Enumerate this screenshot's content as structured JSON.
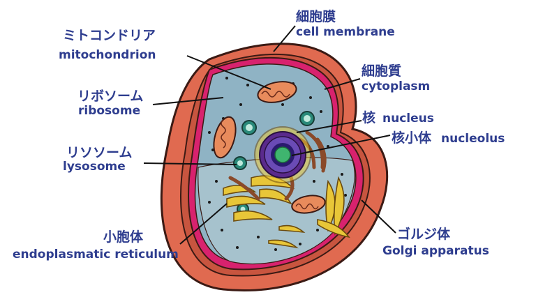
{
  "labels": {
    "cell_membrane": {
      "jp": "細胞膜",
      "en": "cell membrane"
    },
    "mitochondrion": {
      "jp": "ミトコンドリア",
      "en": "mitochondrion"
    },
    "cytoplasm": {
      "jp": "細胞質",
      "en": "cytoplasm"
    },
    "ribosome": {
      "jp": "リボソーム",
      "en": "ribosome"
    },
    "nucleus": {
      "jp": "核",
      "en": "nucleus"
    },
    "nucleolus": {
      "jp": "核小体",
      "en": "nucleolus"
    },
    "lysosome": {
      "jp": "リソソーム",
      "en": "lysosome"
    },
    "er": {
      "jp": "小胞体",
      "en": "endoplasmatic reticulum"
    },
    "golgi": {
      "jp": "ゴルジ体",
      "en": "Golgi apparatus"
    }
  },
  "colors": {
    "label_text": "#2e3d8f",
    "outer_body": "#e06a50",
    "membrane": "#d8226e",
    "cytoplasm": "#8fb3c4",
    "nucleus_outer": "#5a2a8c",
    "nucleolus": "#3fb56f",
    "golgi": "#e8c638",
    "mitochondria": "#e88b5c",
    "lysosome": "#2a8a7a"
  }
}
